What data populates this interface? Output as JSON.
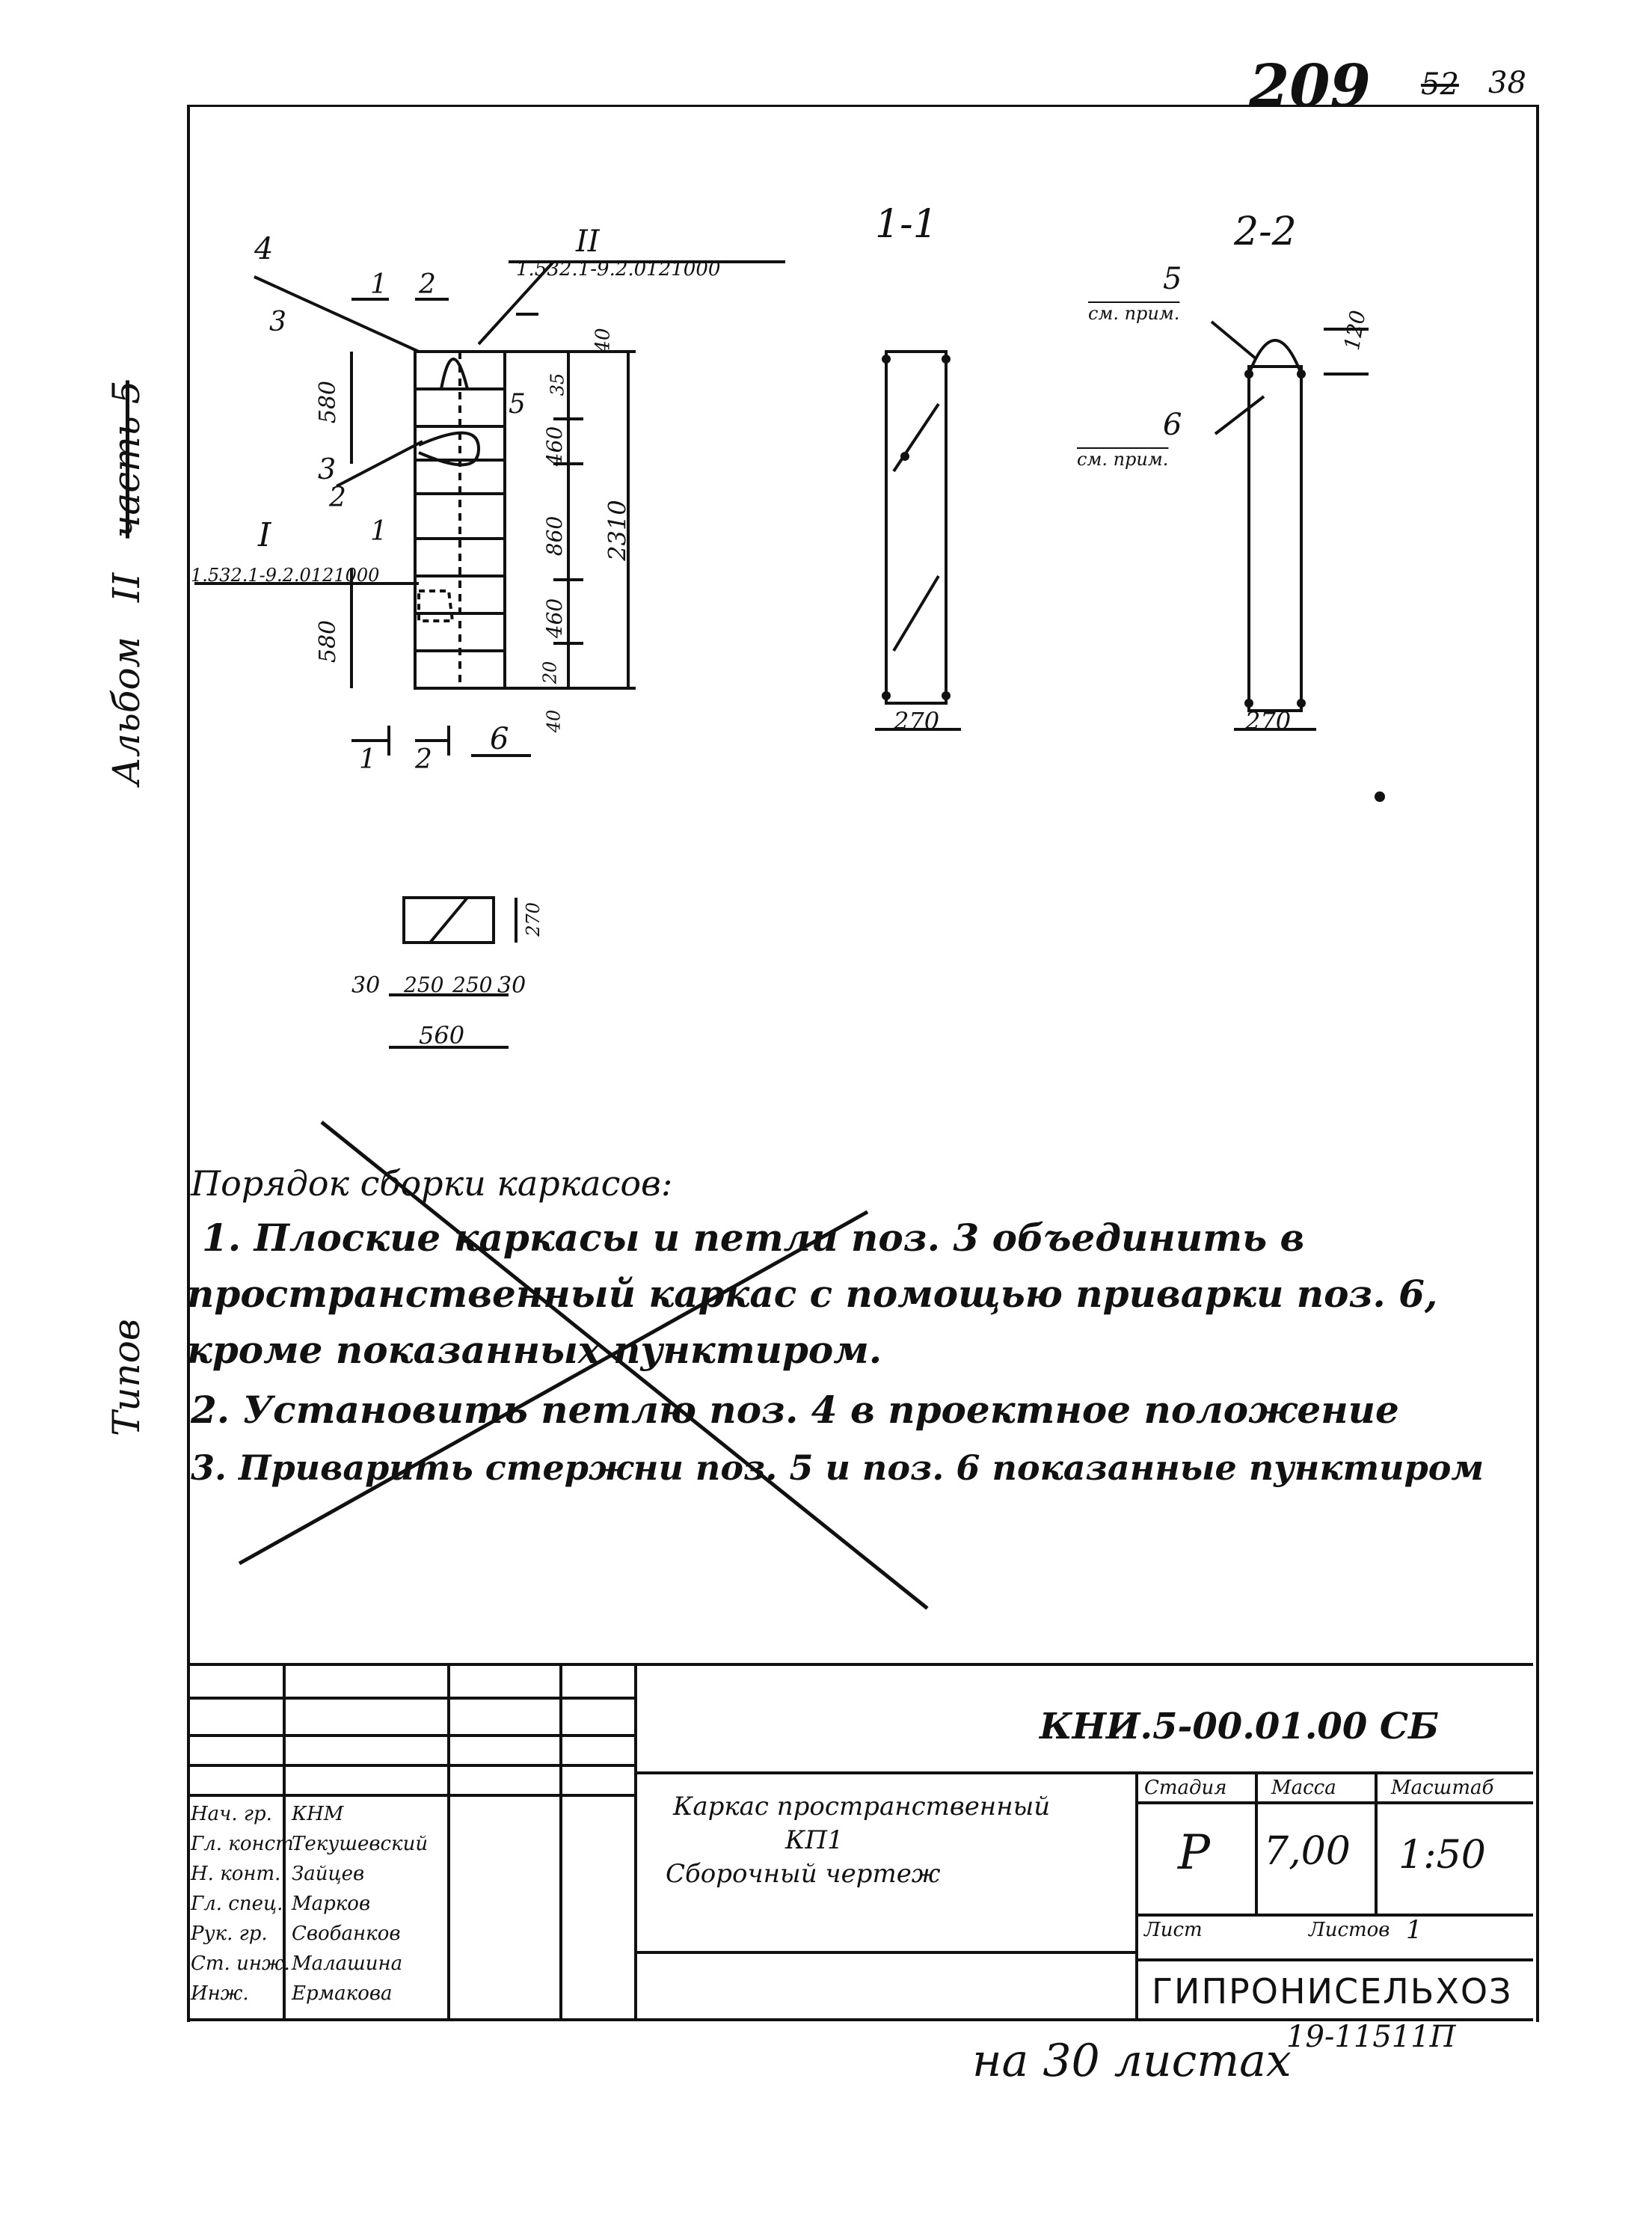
{
  "sheet": {
    "corner_number": "209",
    "corner_mark_1": "52",
    "corner_mark_2": "38",
    "side_album": "Альбом",
    "side_album_num": "II",
    "side_album_part": "часть 5",
    "side_typical": "Типов",
    "bottom_note": "на 30 листах",
    "bottom_code": "19-11511П"
  },
  "drawing": {
    "section_1": "1-1",
    "section_2": "2-2",
    "view_I": "I",
    "view_II": "II",
    "ref_I": "1.532.1-9.2.0121000",
    "ref_II": "1.532.1-9.2.0121000",
    "pos": [
      "1",
      "2",
      "3",
      "4",
      "5",
      "6"
    ],
    "dims_main": [
      "580",
      "580",
      "460",
      "860",
      "460",
      "2310",
      "40",
      "35",
      "20",
      "40"
    ],
    "dim_270_a": "270",
    "dim_270_b": "270",
    "dim_120": "120",
    "see_note_5": "см. прим.",
    "see_note_6": "см. прим.",
    "small_section": {
      "dims": [
        "30",
        "250",
        "250",
        "30",
        "560",
        "270"
      ]
    }
  },
  "notes": {
    "heading": "Порядок сборки каркасов:",
    "line1": "1. Плоские каркасы и петли поз. 3 объединить в",
    "line2": "пространственный каркас с помощью приварки поз. 6,",
    "line3": "кроме показанных пунктиром.",
    "line4": "2. Установить петлю поз. 4 в проектное положение",
    "line5": "3. Приварить стержни поз. 5 и поз. 6 показанные пунктиром"
  },
  "title_block": {
    "code": "КНИ.5-00.01.00 СБ",
    "title_l1": "Каркас пространственный",
    "title_l2": "КП1",
    "title_l3": "Сборочный чертеж",
    "stage_label": "Стадия",
    "mass_label": "Масса",
    "scale_label": "Масштаб",
    "stage": "Р",
    "mass": "7,00",
    "scale": "1:50",
    "sheet_label": "Лист",
    "sheets_label": "Листов",
    "sheets_value": "1",
    "org": "ГИПРОНИСЕЛЬХОЗ",
    "roles": [
      {
        "role": "Нач. гр.",
        "name": "КНМ"
      },
      {
        "role": "Гл. конст.",
        "name": "Текушевский"
      },
      {
        "role": "Н. конт.",
        "name": "Зайцев"
      },
      {
        "role": "Гл. спец.",
        "name": "Марков"
      },
      {
        "role": "Рук. гр.",
        "name": "Свобанков"
      },
      {
        "role": "Ст. инж.",
        "name": "Малашина"
      },
      {
        "role": "Инж.",
        "name": "Ермакова"
      }
    ]
  }
}
